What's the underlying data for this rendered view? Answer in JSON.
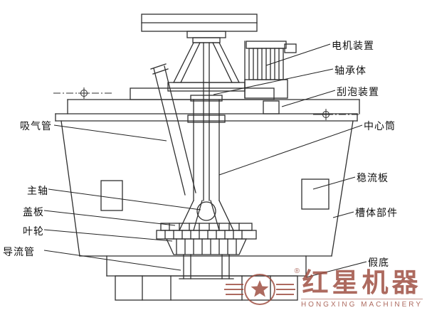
{
  "diagram": {
    "labels_right": [
      {
        "id": "motor-device",
        "text": "电机装置"
      },
      {
        "id": "bearing-body",
        "text": "轴承体"
      },
      {
        "id": "foam-scraper",
        "text": "刮泡装置"
      },
      {
        "id": "center-cylinder",
        "text": "中心筒"
      },
      {
        "id": "flow-stabilizer",
        "text": "稳流板"
      },
      {
        "id": "tank-body-part",
        "text": "槽体部件"
      },
      {
        "id": "false-bottom",
        "text": "假底"
      }
    ],
    "labels_left": [
      {
        "id": "suction-pipe",
        "text": "吸气管"
      },
      {
        "id": "main-shaft",
        "text": "主轴"
      },
      {
        "id": "cover-plate",
        "text": "盖板"
      },
      {
        "id": "impeller",
        "text": "叶轮"
      },
      {
        "id": "guide-pipe",
        "text": "导流管"
      }
    ]
  },
  "watermark": {
    "brand_cn": "红星机器",
    "brand_en": "HONGXING MACHINERY",
    "registered": "®",
    "badge_icon": "star-laurel-badge",
    "color": "#9c4a3c"
  },
  "colors": {
    "line": "#2f2f2f",
    "background": "#ffffff"
  }
}
